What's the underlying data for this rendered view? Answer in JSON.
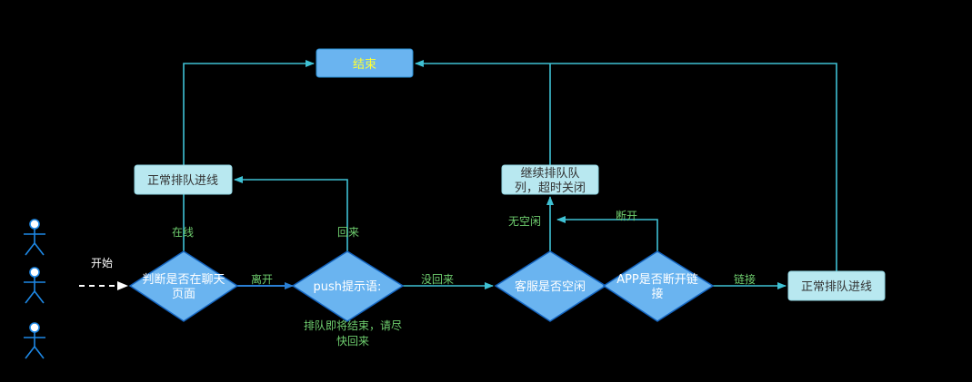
{
  "nodes": {
    "end": "结束",
    "normal_queue_left": "正常排队进线",
    "continue_queue_line1": "继续排队队",
    "continue_queue_line2": "列，超时关闭",
    "judge_chat_line1": "判断是否在聊天",
    "judge_chat_line2": "页面",
    "push_prompt": "push提示语:",
    "push_note_line1": "排队即将结束，请尽",
    "push_note_line2": "快回来",
    "agent_idle": "客服是否空闲",
    "app_disconnect_line1": "APP是否断开链",
    "app_disconnect_line2": "接",
    "normal_queue_right": "正常排队进线"
  },
  "edges": {
    "start": "开始",
    "online": "在线",
    "leave": "离开",
    "come_back": "回来",
    "not_back": "没回来",
    "no_idle": "无空闲",
    "disconnected": "断开",
    "connected": "链接"
  },
  "colors": {
    "background": "#000000",
    "blue_fill": "#6ab4f0",
    "light_fill": "#b8e8f0",
    "line": "#3fc1d4",
    "actor": "#1e88e5",
    "edge_label": "#6fcf6f",
    "end_label": "#ffff33"
  }
}
